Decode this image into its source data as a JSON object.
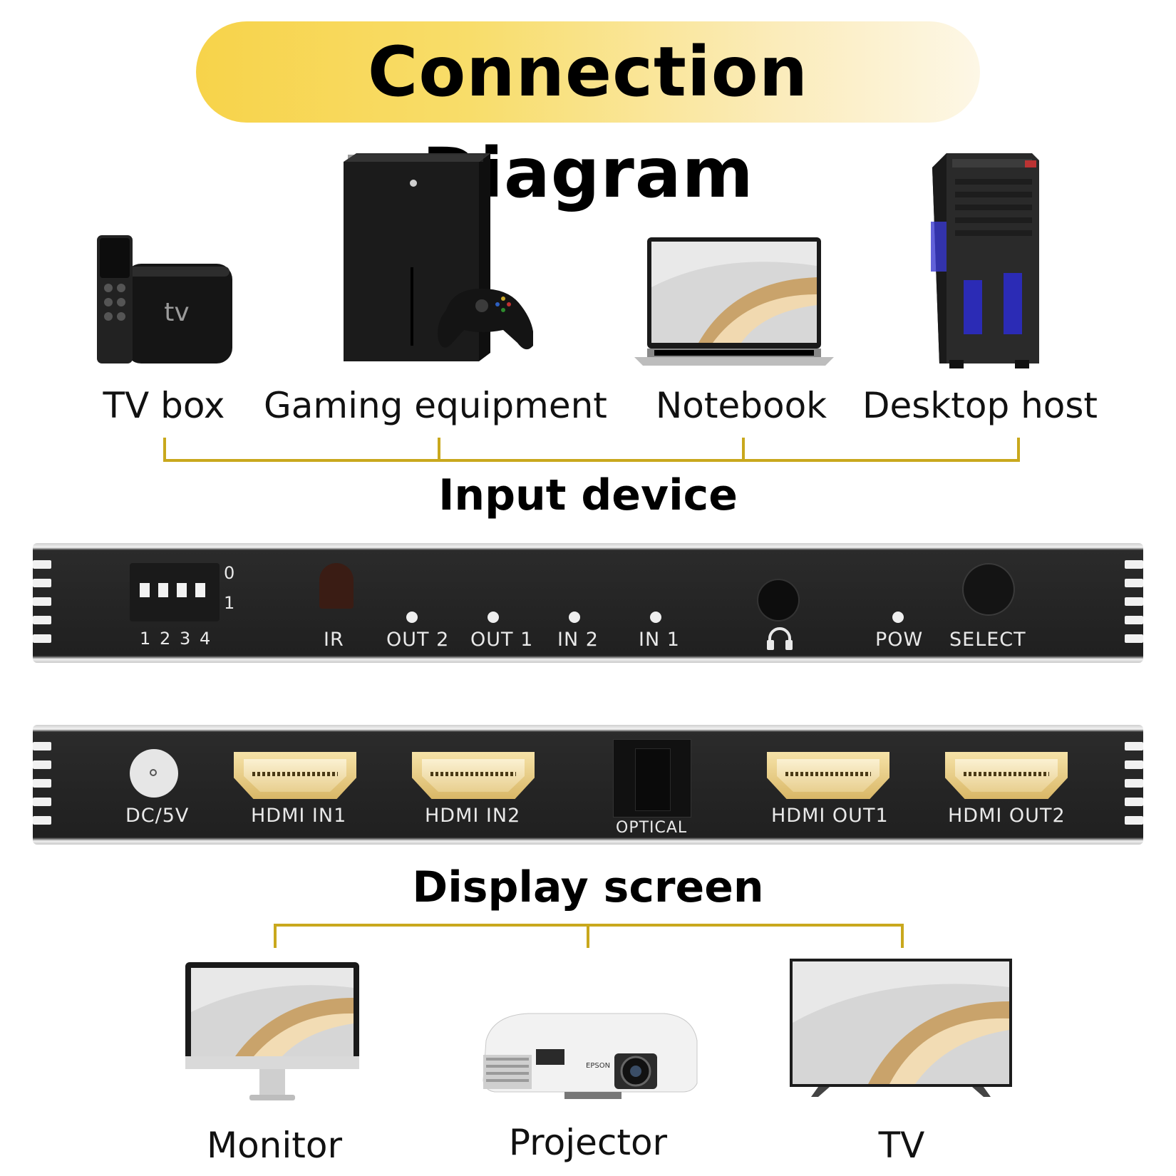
{
  "title": "Connection Diagram",
  "inputs": {
    "heading": "Input device",
    "devices": [
      {
        "label": "TV box",
        "icon": "tv-box-icon"
      },
      {
        "label": "Gaming equipment",
        "icon": "game-console-icon"
      },
      {
        "label": "Notebook",
        "icon": "laptop-icon"
      },
      {
        "label": "Desktop host",
        "icon": "desktop-tower-icon"
      }
    ]
  },
  "front_panel": {
    "dip_numbers": [
      "1",
      "2",
      "3",
      "4"
    ],
    "dip_states": [
      "0",
      "1"
    ],
    "ir": "IR",
    "out2": "OUT 2",
    "out1": "OUT 1",
    "in2": "IN 2",
    "in1": "IN 1",
    "pow": "POW",
    "select": "SELECT"
  },
  "rear_panel": {
    "dc": "DC/5V",
    "hdmi_in1": "HDMI IN1",
    "hdmi_in2": "HDMI IN2",
    "optical": "OPTICAL",
    "hdmi_out1": "HDMI OUT1",
    "hdmi_out2": "HDMI OUT2"
  },
  "outputs": {
    "heading": "Display screen",
    "devices": [
      {
        "label": "Monitor",
        "icon": "monitor-icon"
      },
      {
        "label": "Projector",
        "icon": "projector-icon"
      },
      {
        "label": "TV",
        "icon": "tv-icon"
      }
    ]
  },
  "colors": {
    "accent_gold": "#c9a81d",
    "title_yellow": "#f7d34a",
    "panel_dark": "#252525"
  }
}
